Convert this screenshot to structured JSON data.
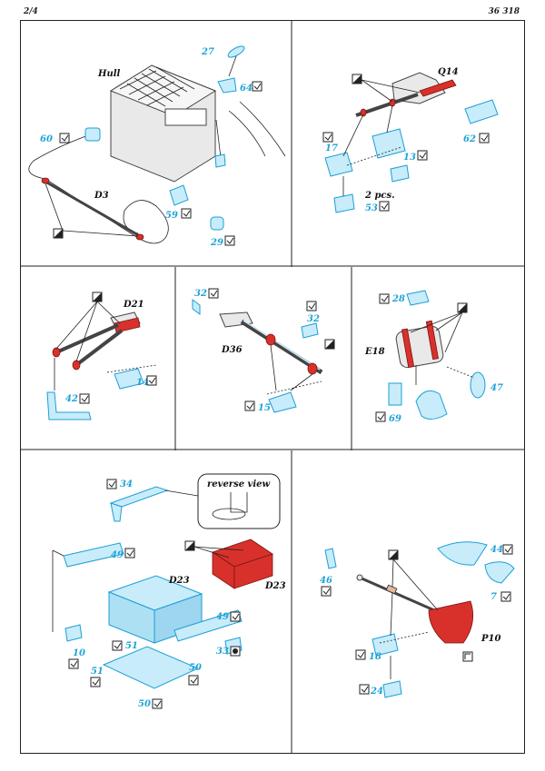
{
  "header": {
    "page": "2/4",
    "code": "36 318"
  },
  "panels": {
    "hull": {
      "title": "Hull",
      "assembly": "D3",
      "parts": [
        "27",
        "64",
        "60",
        "59",
        "29"
      ]
    },
    "q14": {
      "title": "Q14",
      "note": "2 pcs.",
      "parts": [
        "62",
        "17",
        "13",
        "53"
      ]
    },
    "d21": {
      "title": "D21",
      "parts": [
        "42",
        "14"
      ]
    },
    "d36": {
      "title": "D36",
      "parts": [
        "32",
        "32",
        "15"
      ]
    },
    "e18": {
      "title": "E18",
      "parts": [
        "28",
        "47",
        "69"
      ]
    },
    "d23": {
      "title": "D23",
      "title2": "D23",
      "callout": "reverse view",
      "parts": [
        "34",
        "49",
        "49",
        "10",
        "51",
        "51",
        "50",
        "50",
        "33"
      ]
    },
    "p10": {
      "title": "P10",
      "parts": [
        "44",
        "46",
        "7",
        "18",
        "24"
      ]
    }
  },
  "colors": {
    "part": "#1fa3d8",
    "highlight": "#d8312c",
    "ink": "#222222"
  },
  "icons": [
    "checkbox-icon",
    "paint-icon",
    "bend-icon"
  ]
}
